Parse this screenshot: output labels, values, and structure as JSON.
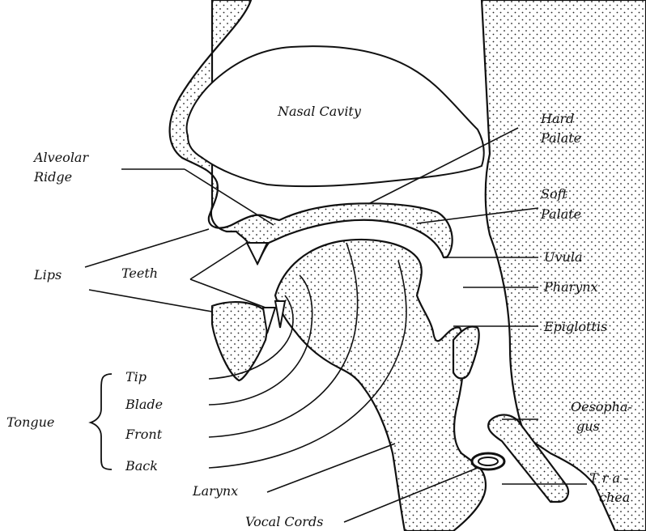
{
  "diagram": {
    "labels": {
      "nasal_cavity": "Nasal Cavity",
      "hard_palate": [
        "Hard",
        "Palate"
      ],
      "alveolar_ridge": [
        "Alveolar",
        "Ridge"
      ],
      "soft_palate": [
        "Soft",
        "Palate"
      ],
      "lips": "Lips",
      "teeth": "Teeth",
      "uvula": "Uvula",
      "pharynx": "Pharynx",
      "epiglottis": "Epiglottis",
      "tongue": "Tongue",
      "tongue_parts": [
        "Tip",
        "Blade",
        "Front",
        "Back"
      ],
      "oesophagus": [
        "Oesopha-",
        "gus"
      ],
      "larynx": "Larynx",
      "trachea": [
        "T r a -",
        "chea"
      ],
      "vocal_cords": "Vocal Cords"
    }
  }
}
